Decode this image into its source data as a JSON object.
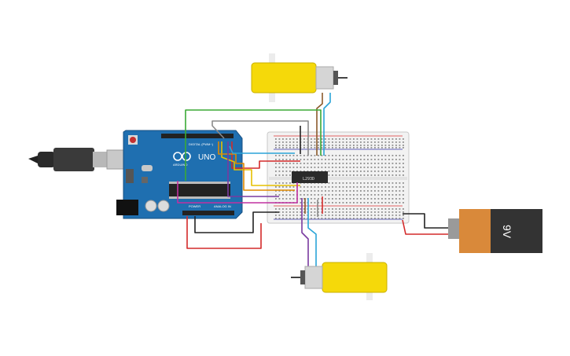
{
  "arduino": {
    "logo_text": "UNO",
    "brand_text": "ARDUINO",
    "digital_label": "DIGITAL (PWM~)",
    "power_label": "POWER",
    "analog_label": "ANALOG IN"
  },
  "driver_chip": {
    "label": "L293D"
  },
  "battery": {
    "label": "9V"
  },
  "colors": {
    "board": "#1f6fb0",
    "motor_body": "#f5d90a",
    "battery_body": "#d9893a",
    "battery_cap": "#333333",
    "wire_red": "#d42a2a",
    "wire_black": "#222222",
    "wire_green": "#3aaa35",
    "wire_gray": "#8a8a8a",
    "wire_yellow": "#e6c000",
    "wire_cyan": "#2aa4d8",
    "wire_brown": "#8b5a2b",
    "wire_purple": "#7a3aa0",
    "wire_magenta": "#c030a0",
    "wire_orange": "#e08a00"
  }
}
